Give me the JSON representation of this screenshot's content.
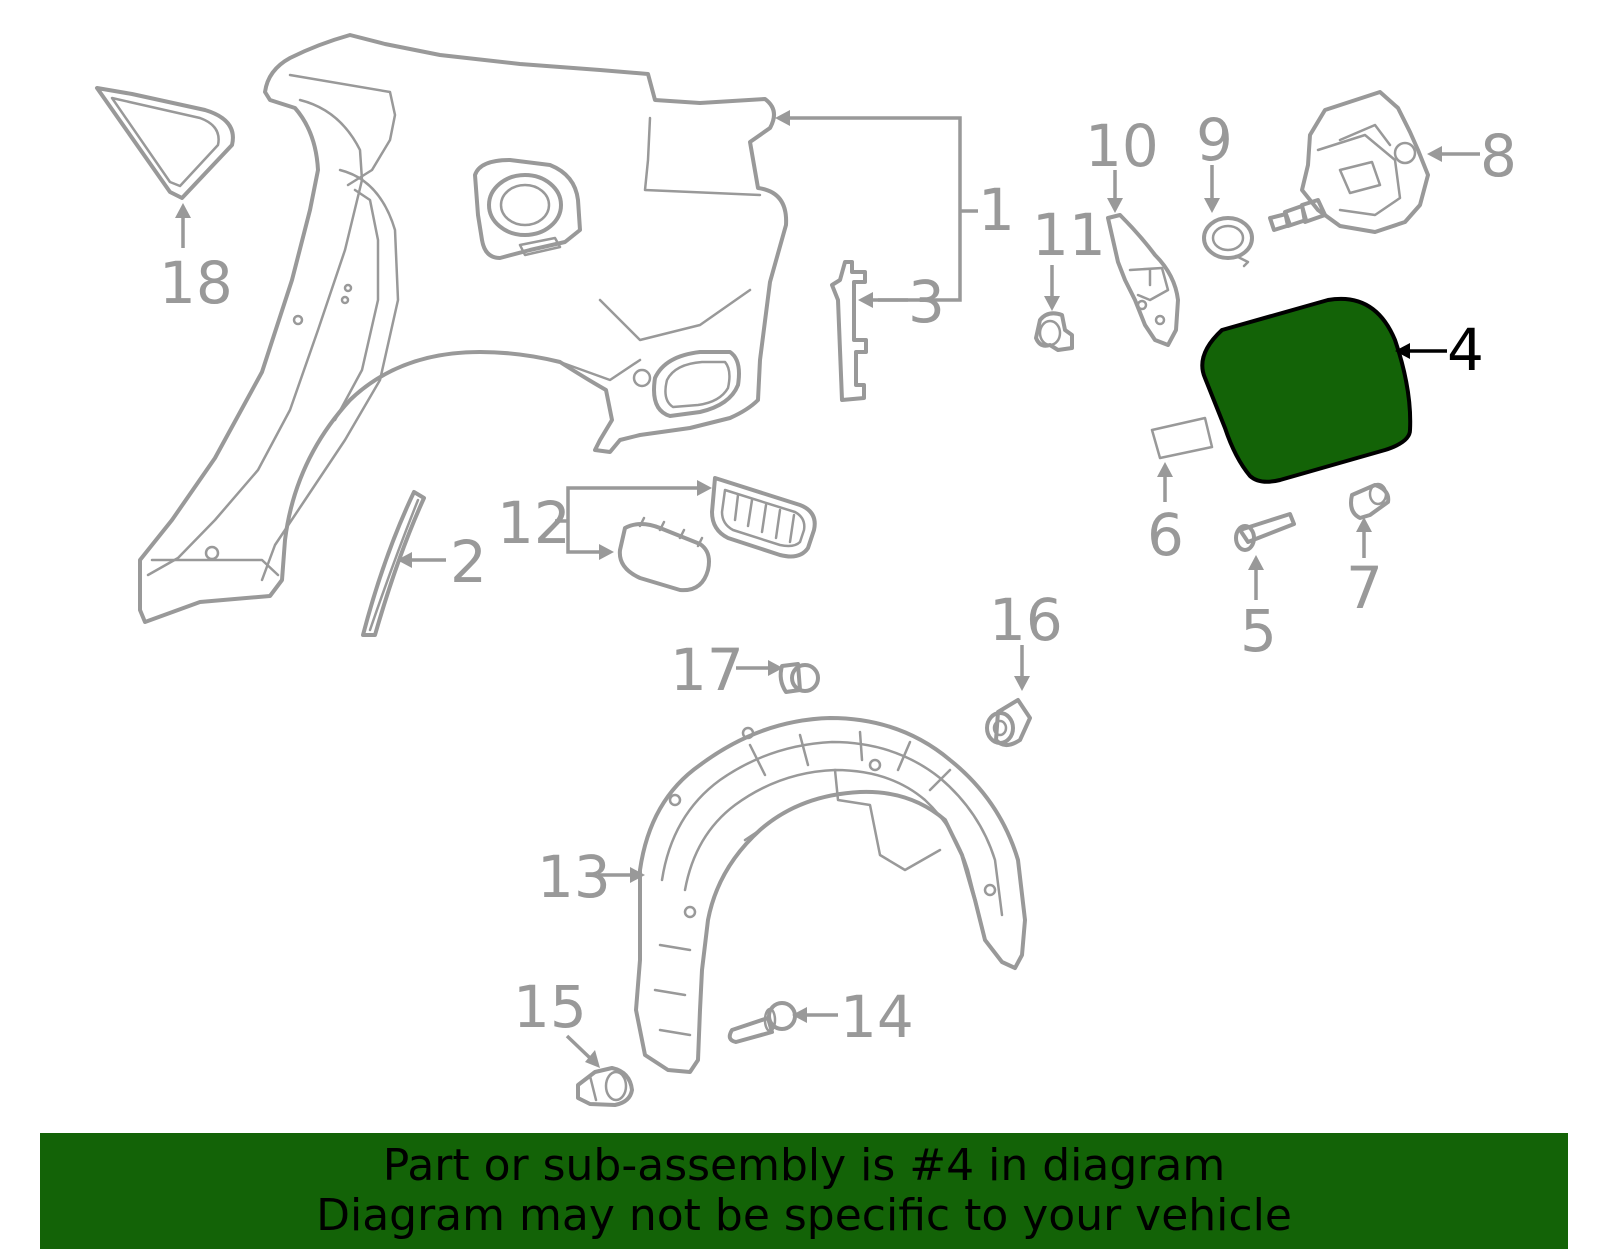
{
  "diagram": {
    "highlight_color": "#136307",
    "part_color": "#999999",
    "highlighted_part": "4",
    "callouts": [
      {
        "id": "1",
        "label": "1",
        "part": "quarter-panel"
      },
      {
        "id": "2",
        "label": "2",
        "part": "weatherstrip"
      },
      {
        "id": "3",
        "label": "3",
        "part": "bracket"
      },
      {
        "id": "4",
        "label": "4",
        "part": "fuel-door"
      },
      {
        "id": "5",
        "label": "5",
        "part": "screw"
      },
      {
        "id": "6",
        "label": "6",
        "part": "label"
      },
      {
        "id": "7",
        "label": "7",
        "part": "bumper"
      },
      {
        "id": "8",
        "label": "8",
        "part": "lock-actuator"
      },
      {
        "id": "9",
        "label": "9",
        "part": "grommet"
      },
      {
        "id": "10",
        "label": "10",
        "part": "hinge"
      },
      {
        "id": "11",
        "label": "11",
        "part": "clip"
      },
      {
        "id": "12",
        "label": "12",
        "part": "vent"
      },
      {
        "id": "13",
        "label": "13",
        "part": "wheelhouse-liner"
      },
      {
        "id": "14",
        "label": "14",
        "part": "bolt"
      },
      {
        "id": "15",
        "label": "15",
        "part": "nut"
      },
      {
        "id": "16",
        "label": "16",
        "part": "retainer"
      },
      {
        "id": "17",
        "label": "17",
        "part": "push-pin"
      },
      {
        "id": "18",
        "label": "18",
        "part": "window-glass"
      }
    ]
  },
  "banner": {
    "background": "#136307",
    "line1": "Part or sub-assembly is #4 in diagram",
    "line2": "Diagram may not be specific to your vehicle"
  }
}
